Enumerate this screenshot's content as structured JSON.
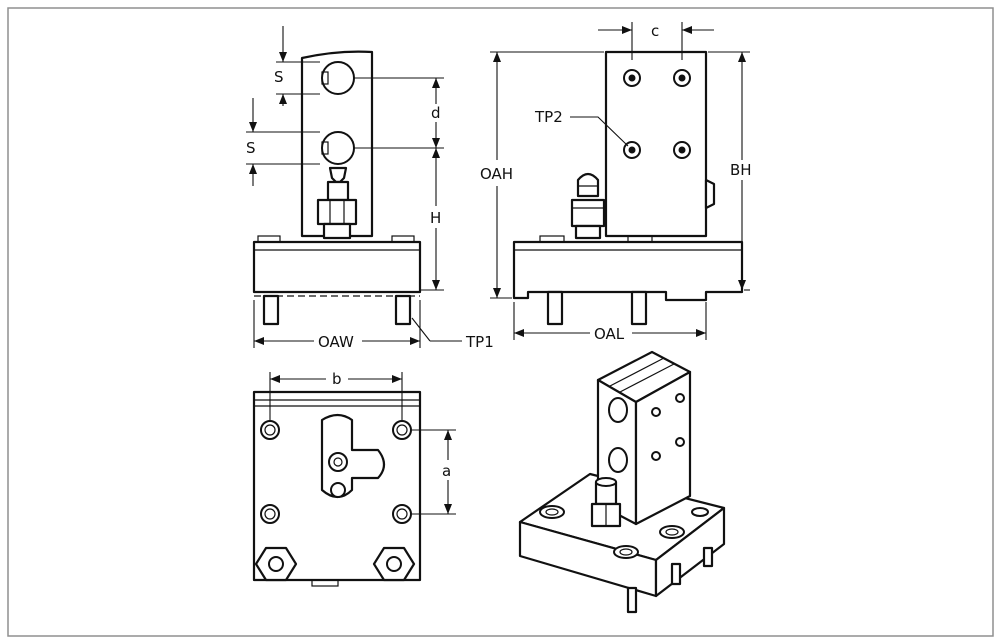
{
  "labels": {
    "s_top": "S",
    "s_bottom": "S",
    "d": "d",
    "h": "H",
    "oaw": "OAW",
    "tp1": "TP1",
    "c": "c",
    "tp2": "TP2",
    "oah": "OAH",
    "bh": "BH",
    "oal": "OAL",
    "b": "b",
    "a": "a"
  },
  "colors": {
    "line": "#111111",
    "frame": "#8f8f8f",
    "background": "#ffffff"
  }
}
